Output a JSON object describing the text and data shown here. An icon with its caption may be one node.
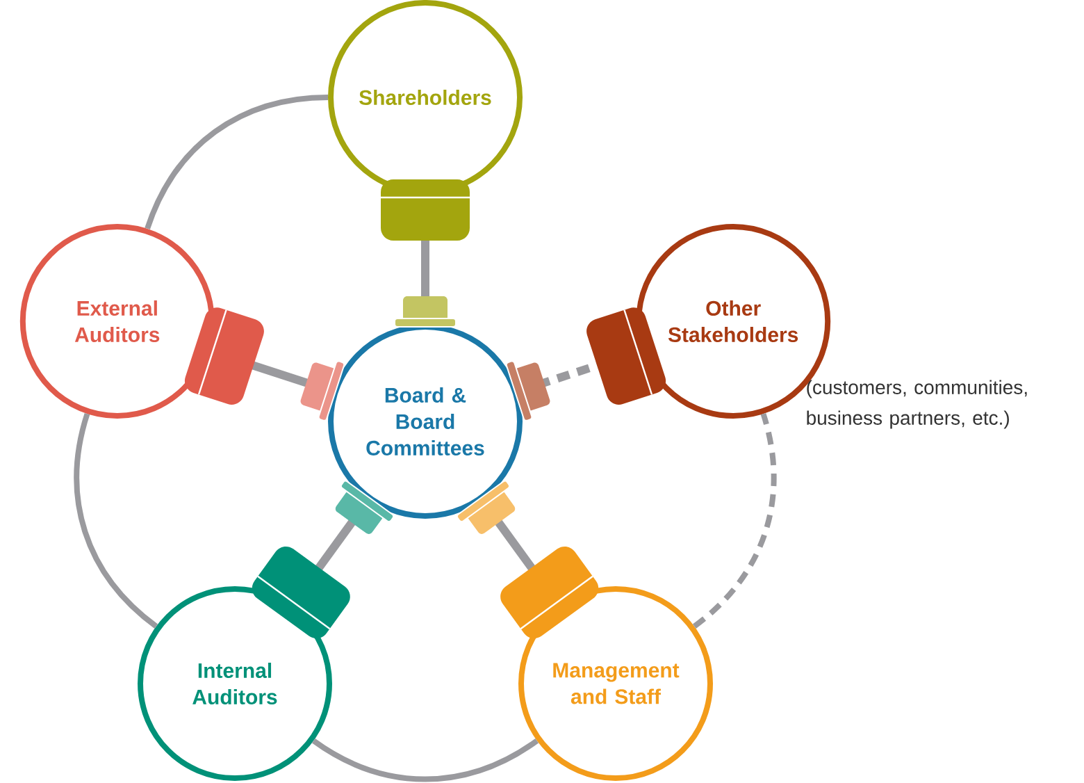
{
  "diagram": {
    "nodes": [
      {
        "text": [
          "Board & Board Committees"
        ]
      },
      {
        "text": [
          "Shareholders"
        ]
      },
      {
        "text": [
          "External Auditors"
        ]
      },
      {
        "text": [
          "Other Stakeholders"
        ],
        "beside": [
          "(customers, communities, business partners, etc.)"
        ]
      },
      {
        "text": [
          "Internal Auditors"
        ]
      },
      {
        "text": [
          "Management and Staff"
        ]
      }
    ],
    "edges": [
      {
        "from": 0,
        "to": 1,
        "arrow": "none"
      },
      {
        "from": 0,
        "to": 2,
        "arrow": "none"
      },
      {
        "from": 0,
        "to": 3,
        "arrow": "none",
        "style": "dashed"
      },
      {
        "from": 0,
        "to": 4,
        "arrow": "none"
      },
      {
        "from": 0,
        "to": 5,
        "arrow": "none"
      },
      {
        "from": 1,
        "to": 2,
        "arrow": "none"
      },
      {
        "from": 2,
        "to": 4,
        "arrow": "none"
      },
      {
        "from": 4,
        "to": 5,
        "arrow": "none"
      },
      {
        "from": 5,
        "to": 3,
        "arrow": "none",
        "style": "dashed"
      }
    ]
  }
}
